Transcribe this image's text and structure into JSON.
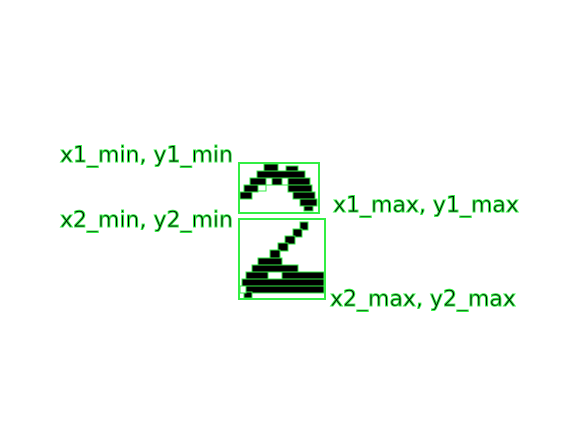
{
  "diagram": {
    "labels": {
      "box1_min": "x1_min, y1_min",
      "box1_max": "x1_max, y1_max",
      "box2_min": "x2_min, y2_min",
      "box2_max": "x2_max, y2_max"
    },
    "colors": {
      "box_stroke": "#33ee44",
      "pixel_fill": "#000000",
      "background": "#ffffff"
    }
  }
}
